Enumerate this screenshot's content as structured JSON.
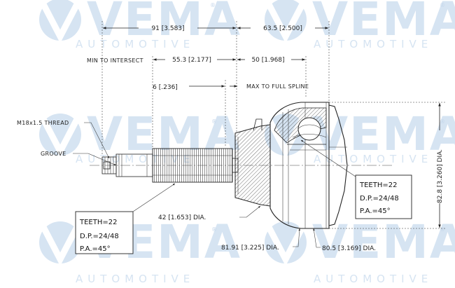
{
  "brand": {
    "name": "VEMA",
    "tagline": "AUTOMOTIVE",
    "registered": "®",
    "watermark_color": "#d6e4f2"
  },
  "dimensions": {
    "overall_left": "91 [3.583]",
    "overall_right": "63.5 [2.500]",
    "min_to_intersect_label": "MIN TO INTERSECT",
    "min_to_intersect": "55.3 [2.177]",
    "max_spline_length": "50 [1.968]",
    "groove_offset": "6 [.236]",
    "max_full_spline_label": "MAX TO FULL SPLINE",
    "thread": "M18x1.5 THREAD",
    "groove": "GROOVE",
    "seal_diameter": "42 [1.653] DIA.",
    "boot_diameter": "81.91 [3.225] DIA.",
    "housing_diameter": "80.5 [3.169] DIA.",
    "outer_diameter": "82.8 [3.260] DIA."
  },
  "spec_inner": {
    "teeth": "TEETH=22",
    "dp": "D.P.=24/48",
    "pa": "P.A.=45°"
  },
  "spec_outer": {
    "teeth": "TEETH=22",
    "dp": "D.P.=24/48",
    "pa": "P.A.=45°"
  }
}
